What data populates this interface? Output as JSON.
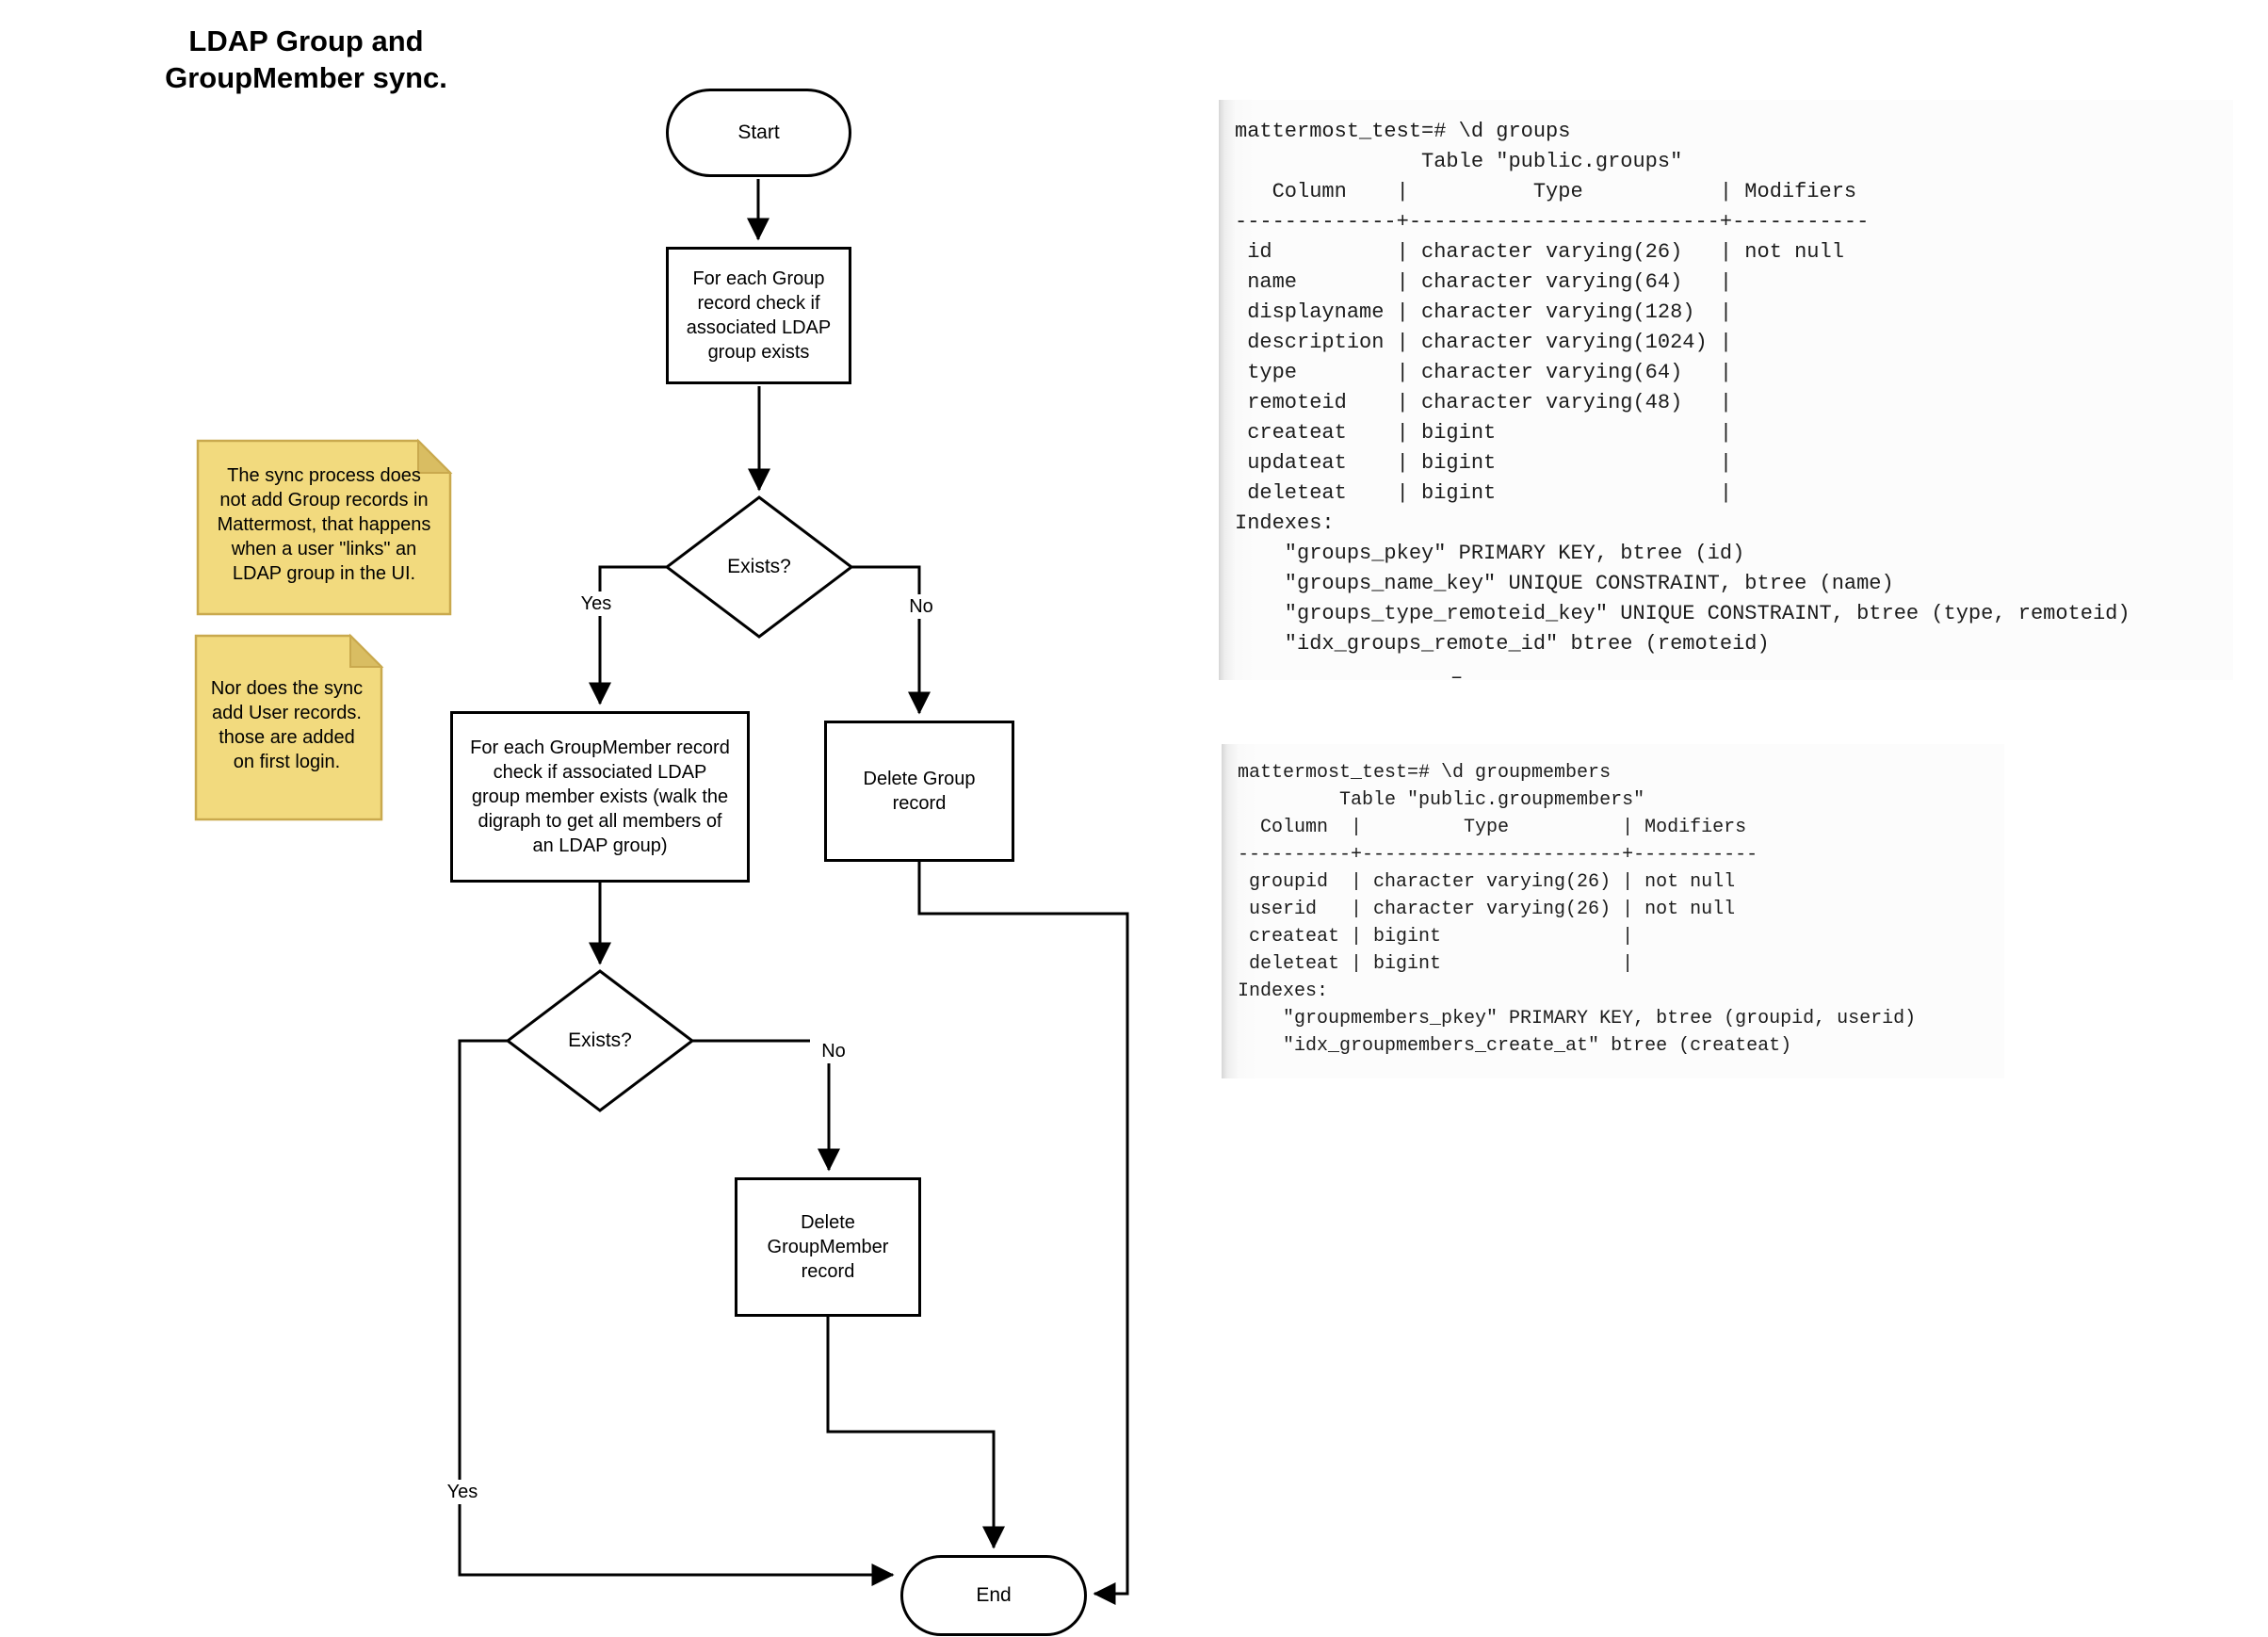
{
  "title": {
    "lines": [
      "LDAP Group and",
      "GroupMember sync."
    ]
  },
  "flowchart": {
    "start": {
      "label": "Start"
    },
    "check_group": {
      "lines": [
        "For each Group",
        "record check if",
        "associated LDAP",
        "group exists"
      ]
    },
    "decision1": {
      "label": "Exists?"
    },
    "check_groupmember": {
      "lines": [
        "For each GroupMember record",
        "check if associated LDAP",
        "group member exists (walk the",
        "digraph to get all members of",
        "an LDAP group)"
      ]
    },
    "delete_group": {
      "lines": [
        "Delete Group",
        "record"
      ]
    },
    "decision2": {
      "label": "Exists?"
    },
    "delete_groupmember": {
      "lines": [
        "Delete",
        "GroupMember",
        "record"
      ]
    },
    "end": {
      "label": "End"
    },
    "edge_labels": {
      "decision1_yes": "Yes",
      "decision1_no": "No",
      "decision2_yes": "Yes",
      "decision2_no": "No"
    }
  },
  "notes": {
    "note1": {
      "lines": [
        "The sync process does",
        "not add Group records in",
        "Mattermost, that happens",
        "when a user \"links\" an",
        "LDAP group in the UI."
      ]
    },
    "note2": {
      "lines": [
        "Nor does the sync",
        "add User records.",
        "those are added",
        "on first login."
      ]
    }
  },
  "console": {
    "groups": {
      "lines": [
        "mattermost_test=# \\d groups",
        "               Table \"public.groups\"",
        "   Column    |          Type           | Modifiers",
        "-------------+-------------------------+-----------",
        " id          | character varying(26)   | not null",
        " name        | character varying(64)   | ",
        " displayname | character varying(128)  | ",
        " description | character varying(1024) | ",
        " type        | character varying(64)   | ",
        " remoteid    | character varying(48)   | ",
        " createat    | bigint                  | ",
        " updateat    | bigint                  | ",
        " deleteat    | bigint                  | ",
        "Indexes:",
        "    \"groups_pkey\" PRIMARY KEY, btree (id)",
        "    \"groups_name_key\" UNIQUE CONSTRAINT, btree (name)",
        "    \"groups_type_remoteid_key\" UNIQUE CONSTRAINT, btree (type, remoteid)",
        "    \"idx_groups_remote_id\" btree (remoteid)"
      ]
    },
    "groupmembers": {
      "lines": [
        "mattermost_test=# \\d groupmembers",
        "         Table \"public.groupmembers\"",
        "  Column  |         Type          | Modifiers",
        "----------+-----------------------+-----------",
        " groupid  | character varying(26) | not null",
        " userid   | character varying(26) | not null",
        " createat | bigint                | ",
        " deleteat | bigint                | ",
        "Indexes:",
        "    \"groupmembers_pkey\" PRIMARY KEY, btree (groupid, userid)",
        "    \"idx_groupmembers_create_at\" btree (createat)"
      ]
    },
    "cursor": "–"
  },
  "colors": {
    "line": "#000000",
    "text": "#000000",
    "node_fill": "#FFFFFF",
    "note_fill": "#F2DA7E",
    "note_fold": "#D9BD62",
    "note_border": "#C9A94E",
    "console_text": "#1C1C1C",
    "console_bg": "#FCFCFC",
    "console_edge": "#D6D6D6"
  }
}
